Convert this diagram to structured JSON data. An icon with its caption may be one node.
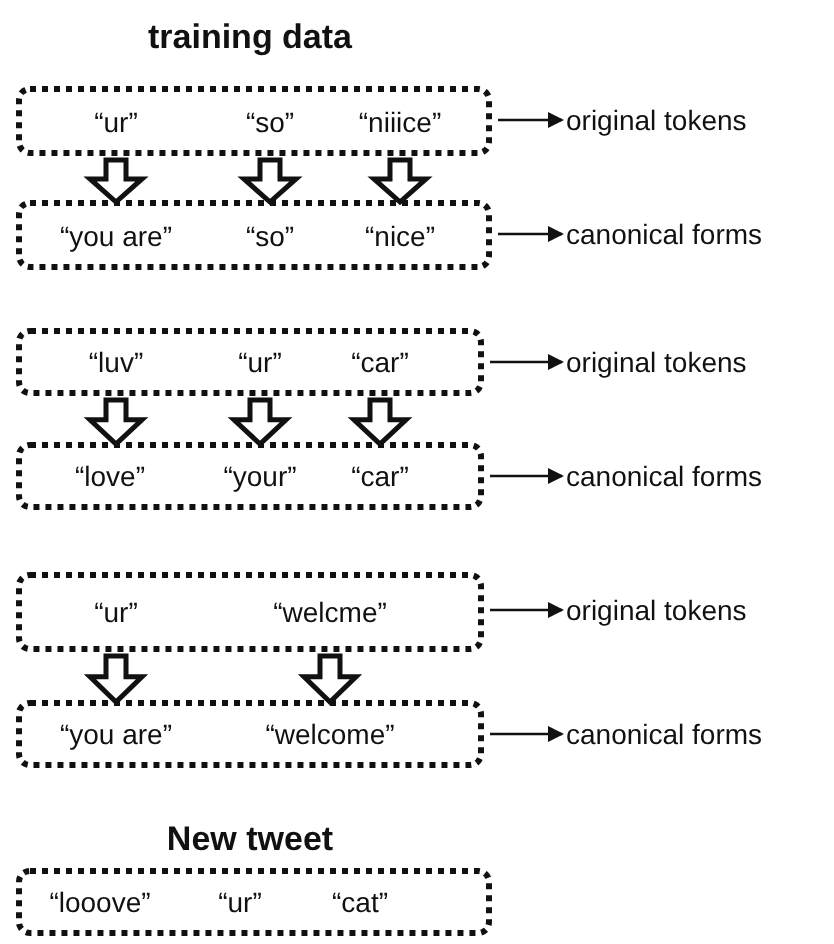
{
  "diagram": {
    "title": "training data",
    "nodes": [
      {
        "text": [],
        "shape": "box"
      },
      {
        "text": [
          "“ur”"
        ],
        "in": 0
      },
      {
        "text": [
          "“so”"
        ],
        "in": 0
      },
      {
        "text": [
          "“niiice”"
        ],
        "in": 0
      },
      {
        "text": [
          "original tokens"
        ]
      },
      {
        "text": [],
        "shape": "box"
      },
      {
        "text": [
          "“you are”"
        ],
        "in": 5
      },
      {
        "text": [
          "“so”"
        ],
        "in": 5
      },
      {
        "text": [
          "“nice”"
        ],
        "in": 5
      },
      {
        "text": [
          "canonical forms"
        ]
      },
      {
        "text": [],
        "shape": "box"
      },
      {
        "text": [
          "“luv”"
        ],
        "in": 10
      },
      {
        "text": [
          "“ur”"
        ],
        "in": 10
      },
      {
        "text": [
          "“car”"
        ],
        "in": 10
      },
      {
        "text": [
          "original tokens"
        ]
      },
      {
        "text": [],
        "shape": "box"
      },
      {
        "text": [
          "“love”"
        ],
        "in": 15
      },
      {
        "text": [
          "“your”"
        ],
        "in": 15
      },
      {
        "text": [
          "“car”"
        ],
        "in": 15
      },
      {
        "text": [
          "canonical forms"
        ]
      },
      {
        "text": [],
        "shape": "box"
      },
      {
        "text": [
          "“ur”"
        ],
        "in": 20
      },
      {
        "text": [
          "“welcme”"
        ],
        "in": 20
      },
      {
        "text": [
          "original tokens"
        ]
      },
      {
        "text": [],
        "shape": "box"
      },
      {
        "text": [
          "“you are”"
        ],
        "in": 24
      },
      {
        "text": [
          "“welcome”"
        ],
        "in": 24
      },
      {
        "text": [
          "canonical forms"
        ]
      },
      {
        "text": [],
        "shape": "box"
      },
      {
        "text": [
          "“looove”"
        ],
        "in": 28
      },
      {
        "text": [
          "“ur”"
        ],
        "in": 28
      },
      {
        "text": [
          "“cat”"
        ],
        "in": 28
      }
    ],
    "edges": [
      {
        "from": 0,
        "to": 4,
        "arrow": "to"
      },
      {
        "from": 1,
        "to": 6,
        "arrow": "to",
        "style": "thick"
      },
      {
        "from": 2,
        "to": 7,
        "arrow": "to",
        "style": "thick"
      },
      {
        "from": 3,
        "to": 8,
        "arrow": "to",
        "style": "thick"
      },
      {
        "from": 5,
        "to": 9,
        "arrow": "to"
      },
      {
        "from": 10,
        "to": 14,
        "arrow": "to"
      },
      {
        "from": 11,
        "to": 16,
        "arrow": "to",
        "style": "thick"
      },
      {
        "from": 12,
        "to": 17,
        "arrow": "to",
        "style": "thick"
      },
      {
        "from": 13,
        "to": 18,
        "arrow": "to",
        "style": "thick"
      },
      {
        "from": 15,
        "to": 19,
        "arrow": "to"
      },
      {
        "from": 20,
        "to": 23,
        "arrow": "to"
      },
      {
        "from": 21,
        "to": 25,
        "arrow": "to",
        "style": "thick"
      },
      {
        "from": 22,
        "to": 26,
        "arrow": "to",
        "style": "thick"
      },
      {
        "from": 24,
        "to": 27,
        "arrow": "to"
      }
    ],
    "labels": [
      "New tweet"
    ]
  }
}
